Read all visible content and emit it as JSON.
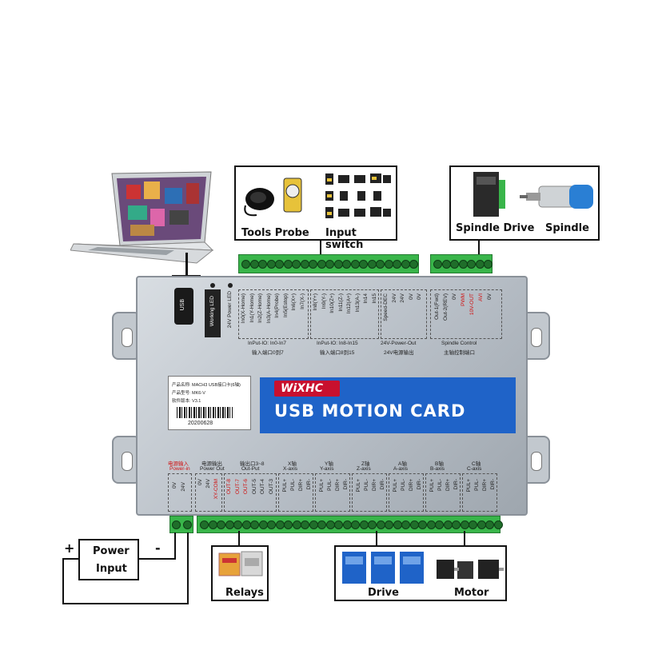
{
  "callouts": {
    "tools_probe": "Tools Probe",
    "input_switch": "Input switch",
    "spindle_drive": "Spindle Drive",
    "spindle": "Spindle",
    "power_input_1": "Power",
    "power_input_2": "Input",
    "plus": "+",
    "minus": "-",
    "relays": "Relays",
    "drive": "Drive",
    "motor": "Motor"
  },
  "board": {
    "title": "USB MOTION CARD",
    "logo": "WiXHC",
    "usb": "USB",
    "working_led": "Working LED",
    "power_led": "24V Power LED",
    "inputs_a": [
      "In0(X-Home)",
      "In1(Y-Home)",
      "In2(Z-Home)",
      "In3(A-Home)",
      "In4(Probe)",
      "In5(Estop)",
      "In6(X+)",
      "In7(X-)"
    ],
    "inputs_b": [
      "In8(Y+)",
      "In9(Y-)",
      "In10(Z+)",
      "In11(Z-)",
      "In12(A+)",
      "In13(A-)",
      "In14",
      "In15"
    ],
    "input_a_caption": "InPut-IO: In0-In7",
    "input_a_caption_cn": "输入端口0到7",
    "input_b_caption": "InPut-IO: In8-In15",
    "input_b_caption_cn": "输入端口8到15",
    "power_out": [
      "Speed-DEC",
      "24V",
      "24V",
      "0V",
      "0V"
    ],
    "power_out_caption": "24V-Power-Out",
    "power_out_caption_cn": "24V电源输出",
    "spindle_ctrl": [
      "Out-1(Fwd)",
      "Out-2(REV)",
      "0V",
      "PWM",
      "10V-OUT",
      "AVI",
      "0V"
    ],
    "spindle_ctrl_caption": "Spindle Control",
    "spindle_ctrl_caption_cn": "主轴控制端口",
    "sticker_line1": "产品名称: MACH3 USB接口卡(6轴)",
    "sticker_line2": "产品型号: MK6-V",
    "sticker_line3": "软件版本: V3.1",
    "sticker_serial": "20200628",
    "bottom_power_in_cn": "电源输入",
    "bottom_power_in": "Power-in",
    "bottom_power_in_pins": [
      "0V",
      "24V"
    ],
    "bottom_power_out_cn": "电源输出",
    "bottom_power_out": "Power Out",
    "bottom_power_out_pins": [
      "0V",
      "24V",
      "XY-COM"
    ],
    "bottom_out_cn": "输出口3~8",
    "bottom_out": "Out-Put",
    "bottom_out_pins": [
      "OUT-8",
      "OUT-7",
      "OUT-6",
      "OUT-5",
      "OUT-4",
      "OUT-3"
    ],
    "axes": [
      {
        "cn": "X轴",
        "en": "X-axis"
      },
      {
        "cn": "Y轴",
        "en": "Y-axis"
      },
      {
        "cn": "Z轴",
        "en": "Z-axis"
      },
      {
        "cn": "A轴",
        "en": "A-axis"
      },
      {
        "cn": "B轴",
        "en": "B-axis"
      },
      {
        "cn": "C轴",
        "en": "C-axis"
      }
    ],
    "axis_pins": [
      "PUL+",
      "PUL-",
      "DIR+",
      "DIR-"
    ]
  },
  "colors": {
    "terminal_green": "#39b54a",
    "blue_band": "#1f63c8",
    "board_grey": "#b7bec6",
    "red_text": "#d01010"
  }
}
